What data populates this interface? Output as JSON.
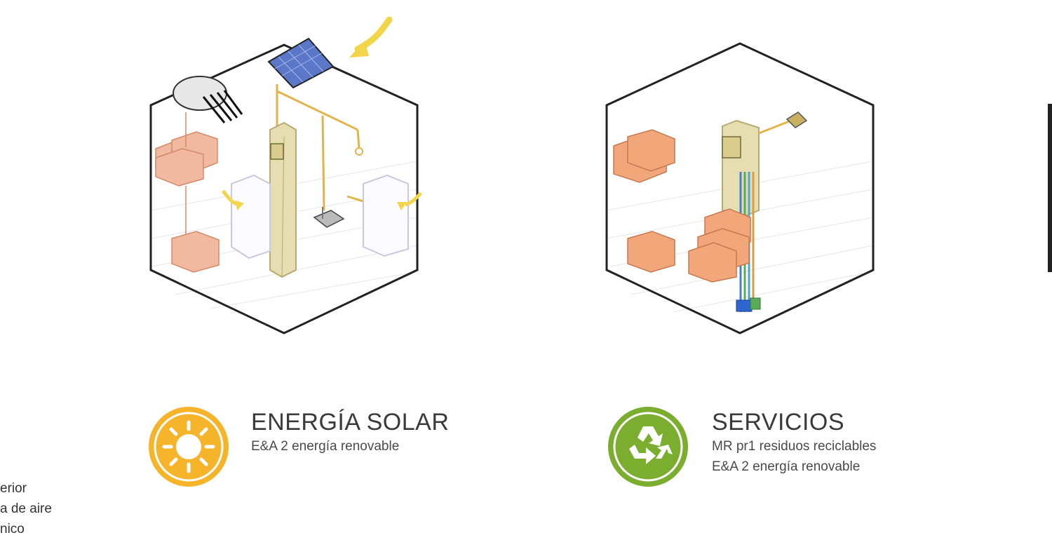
{
  "panels": [
    {
      "title": "ENERGÍA SOLAR",
      "lines": [
        "E&A 2 energía renovable"
      ],
      "badge_icon": "sun-icon",
      "badge_color": "#F6B42A"
    },
    {
      "title": "SERVICIOS",
      "lines": [
        "MR pr1 residuos reciclables",
        "E&A 2 energía renovable"
      ],
      "badge_icon": "recycle-icon",
      "badge_color": "#7BAE2E"
    }
  ],
  "legend_fragments": [
    "erior",
    "a de aire",
    "nico"
  ],
  "colors": {
    "yellow_line": "#E3B44C",
    "column": "#E6DDB0",
    "brick": "#F0B9A0",
    "solar_panel": "#5B77C8",
    "hex_stroke": "#222222"
  }
}
